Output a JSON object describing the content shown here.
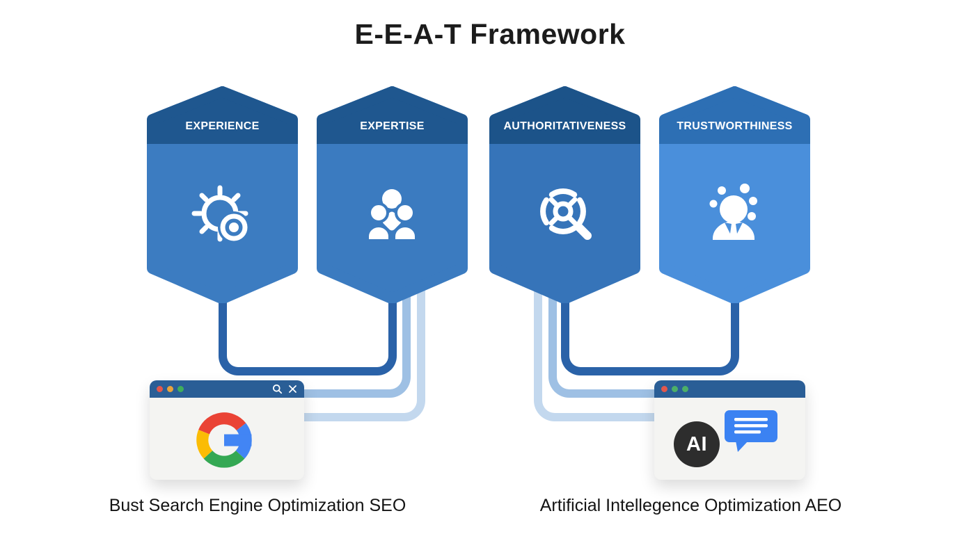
{
  "title": "E-E-A-T Framework",
  "pillars": [
    {
      "label": "EXPERIENCE",
      "icon": "sun-lens-icon",
      "header_color": "#1f578f",
      "body_color": "#3c7cc1"
    },
    {
      "label": "EXPERTISE",
      "icon": "people-group-icon",
      "header_color": "#1f578f",
      "body_color": "#3b7bc0"
    },
    {
      "label": "AUTHORITATIVENESS",
      "icon": "target-magnifier-icon",
      "header_color": "#1c5389",
      "body_color": "#3674b9"
    },
    {
      "label": "TRUSTWORTHINESS",
      "icon": "person-halo-icon",
      "header_color": "#2d6fb4",
      "body_color": "#4a8fdb"
    }
  ],
  "connector_colors": {
    "dark": "#2a62a8",
    "medium": "#9ec0e4",
    "light": "#c3d8ee"
  },
  "seo_card": {
    "window_dot_colors": [
      "#e2574c",
      "#e8a33c",
      "#3fae5c"
    ],
    "toolbar_icons": [
      "search-icon",
      "close-icon"
    ],
    "logo": "google-g-logo",
    "logo_colors": {
      "blue": "#4285f4",
      "red": "#ea4335",
      "yellow": "#fbbc05",
      "green": "#34a853"
    },
    "titlebar_color": "#2a5e96"
  },
  "aeo_card": {
    "window_dot_colors": [
      "#e2574c",
      "#4caf68",
      "#4caf68"
    ],
    "badge_text": "AI",
    "badge_bg": "#2d2d2d",
    "bubble_color": "#3b82f2",
    "titlebar_color": "#2a5e96"
  },
  "captions": {
    "seo": "Bust Search Engine Optimization SEO",
    "aeo": "Artificial Intellegence Optimization AEO"
  }
}
